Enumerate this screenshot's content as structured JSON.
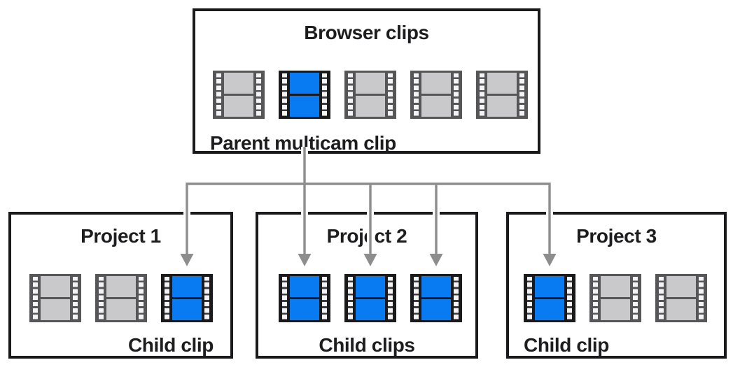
{
  "diagram": {
    "browser": {
      "title": "Browser clips",
      "caption": "Parent multicam clip",
      "clips": [
        "gray",
        "blue",
        "gray",
        "gray",
        "gray"
      ]
    },
    "projects": [
      {
        "title": "Project 1",
        "caption": "Child clip",
        "caption_align": "right",
        "clips": [
          "gray",
          "gray",
          "blue"
        ]
      },
      {
        "title": "Project 2",
        "caption": "Child clips",
        "caption_align": "center",
        "clips": [
          "blue",
          "blue",
          "blue"
        ]
      },
      {
        "title": "Project 3",
        "caption": "Child clip",
        "caption_align": "left",
        "clips": [
          "blue",
          "gray",
          "gray"
        ]
      }
    ],
    "connectors": {
      "type": "arrow-down",
      "count": 5,
      "meaning": "parent multicam clip to child clips"
    }
  },
  "icons": {
    "film_strip": "film-strip-icon (css shape: sprocket rails + two frames)",
    "arrow": "arrow-down-icon (svg triangle)"
  },
  "colors": {
    "accent_blue": "#087bf2",
    "clip_gray_fill": "#c9c9cb",
    "clip_gray_frame": "#565659",
    "clip_dark_frame": "#1a1a1c",
    "blue_rail_sep": "#3a3a3d",
    "hole_white": "#f4f4f5",
    "connector_gray": "#8d8d8d",
    "box_border": "#1a1a1c",
    "text": "#1d1d1f",
    "background": "#ffffff"
  }
}
